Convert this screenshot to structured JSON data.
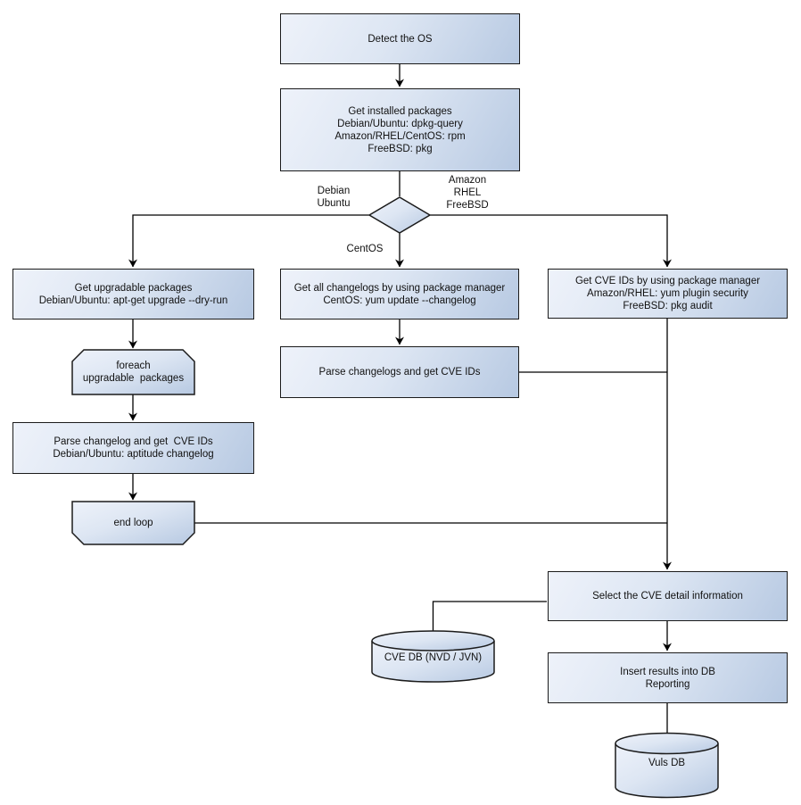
{
  "diagram_type": "flowchart",
  "edge_labels": {
    "left_branch": [
      "Debian",
      "Ubuntu"
    ],
    "right_branch": [
      "Amazon",
      "RHEL",
      "FreeBSD"
    ],
    "down_branch": [
      "CentOS"
    ]
  },
  "nodes": {
    "detect_os": {
      "lines": [
        "Detect the OS"
      ]
    },
    "get_installed_packages": {
      "lines": [
        "Get installed packages",
        "Debian/Ubuntu: dpkg-query",
        "Amazon/RHEL/CentOS: rpm",
        "FreeBSD: pkg"
      ]
    },
    "get_upgradable_packages": {
      "lines": [
        "Get upgradable packages",
        "Debian/Ubuntu: apt-get upgrade --dry-run"
      ]
    },
    "foreach_loop_start": {
      "lines": [
        "foreach",
        "upgradable  packages"
      ]
    },
    "parse_changelog_left": {
      "lines": [
        "Parse changelog and get  CVE IDs",
        "Debian/Ubuntu: aptitude changelog"
      ]
    },
    "end_loop": {
      "lines": [
        "end loop"
      ]
    },
    "get_all_changelogs": {
      "lines": [
        "Get all changelogs by using package manager",
        "CentOS: yum update --changelog"
      ]
    },
    "parse_changelogs_mid": {
      "lines": [
        "Parse changelogs and get CVE IDs"
      ]
    },
    "get_cve_ids": {
      "lines": [
        "Get CVE IDs by using package manager",
        "Amazon/RHEL: yum plugin security",
        "FreeBSD: pkg audit"
      ]
    },
    "select_cve_detail": {
      "lines": [
        "Select the CVE detail information"
      ]
    },
    "cve_db": {
      "lines": [
        "CVE DB (NVD / JVN)"
      ]
    },
    "insert_results": {
      "lines": [
        "Insert results into DB",
        "Reporting"
      ]
    },
    "vuls_db": {
      "lines": [
        "Vuls DB"
      ]
    }
  },
  "colors": {
    "node_fill_light": "#eef2fa",
    "node_fill_dark": "#b7c9e2",
    "node_border": "#1b1b1b",
    "connector": "#000000",
    "background": "#ffffff",
    "text": "#111111"
  }
}
